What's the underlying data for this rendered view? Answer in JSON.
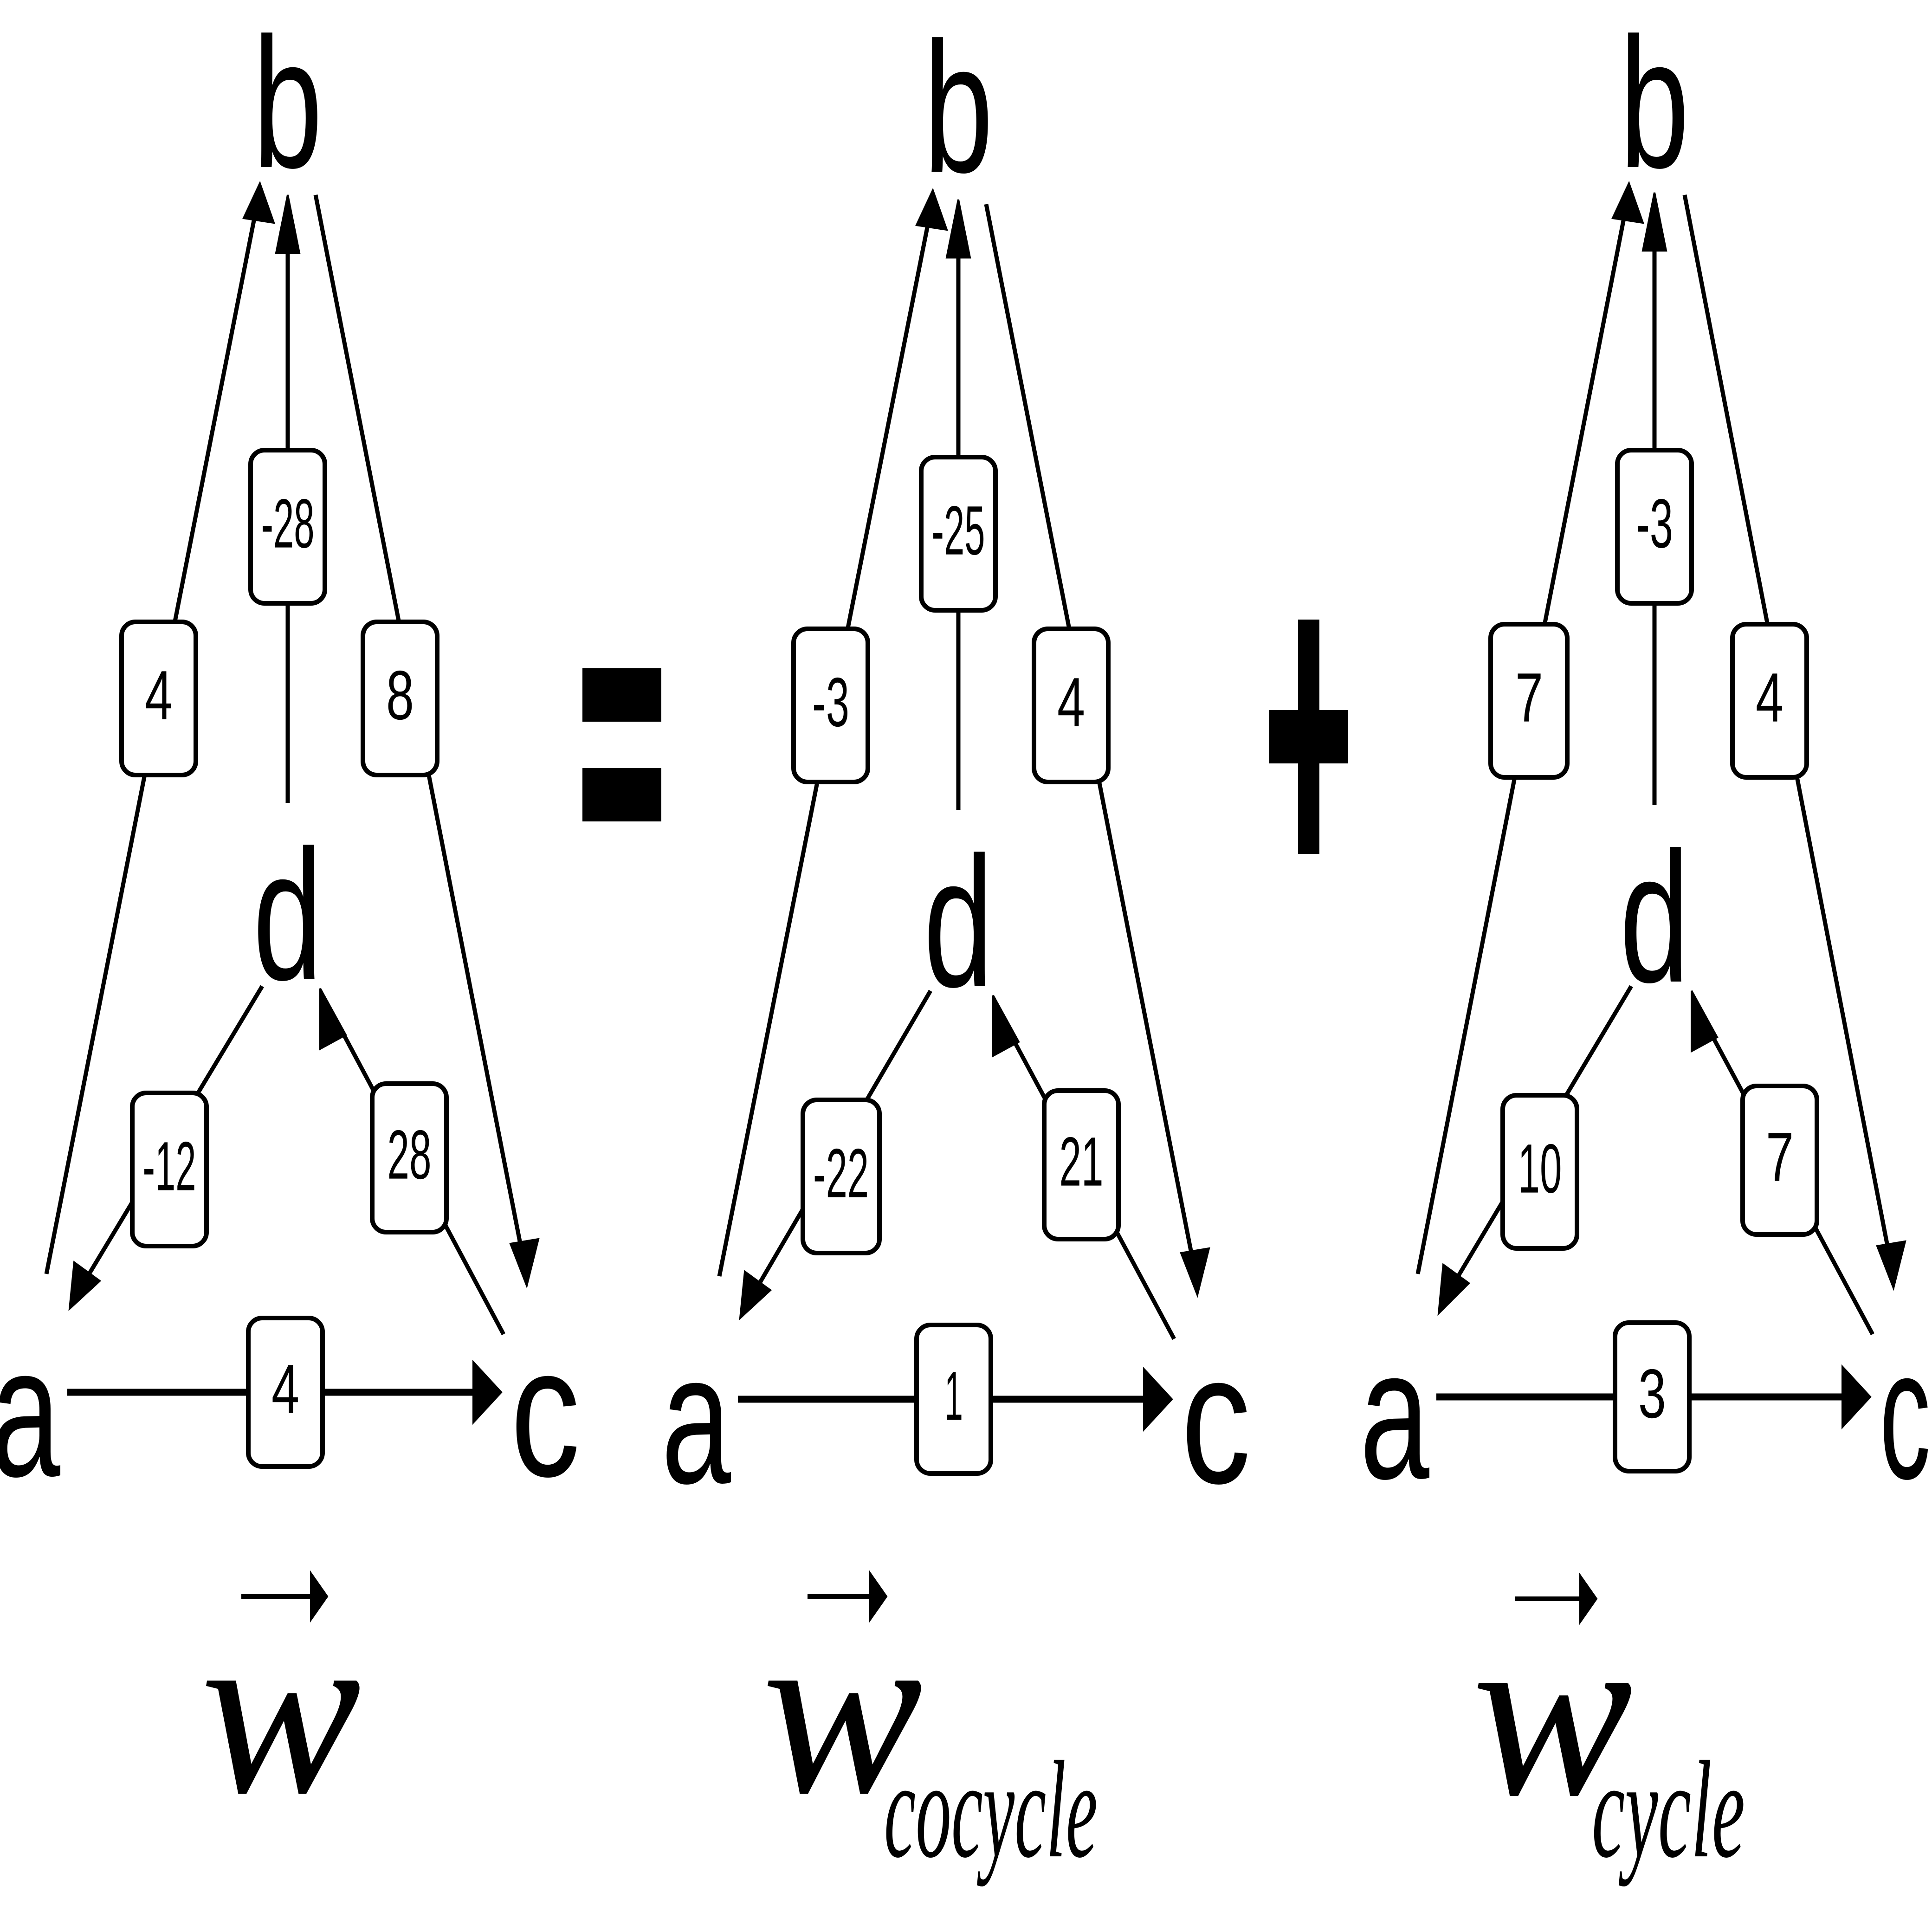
{
  "nodes": {
    "a": "a",
    "b": "b",
    "c": "c",
    "d": "d"
  },
  "operators": {
    "equals": "=",
    "plus": "+"
  },
  "panels": [
    {
      "name": "w",
      "weights": {
        "ab": "4",
        "db": "-28",
        "bc": "8",
        "da": "-12",
        "cd": "28",
        "ac": "4"
      },
      "caption": {
        "main": "w",
        "sub": ""
      }
    },
    {
      "name": "w-cocycle",
      "weights": {
        "ab": "-3",
        "db": "-25",
        "bc": "4",
        "da": "-22",
        "cd": "21",
        "ac": "1"
      },
      "caption": {
        "main": "w",
        "sub": "cocycle"
      }
    },
    {
      "name": "w-cycle",
      "weights": {
        "ab": "7",
        "db": "-3",
        "bc": "4",
        "da": "10",
        "cd": "7",
        "ac": "3"
      },
      "caption": {
        "main": "w",
        "sub": "cycle"
      }
    }
  ]
}
